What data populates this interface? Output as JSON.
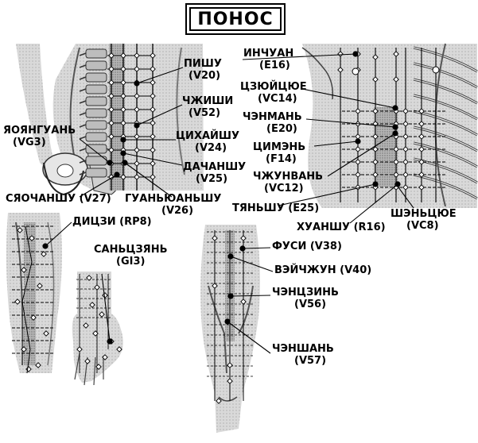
{
  "title": "ПОНОС",
  "points": {
    "pishu": [
      "ПИШУ",
      "(V20)"
    ],
    "chzhishi": [
      "ЧЖИШИ",
      "(V52)"
    ],
    "cihaishu": [
      "ЦИХАЙШУ",
      "(V24)"
    ],
    "dachanshu": [
      "ДАЧАНШУ",
      "(V25)"
    ],
    "yaoyanguan": [
      "ЯОЯНГУАНЬ",
      "(VG3)"
    ],
    "syaochanshu": [
      "СЯОЧАНШУ (V27)"
    ],
    "guanyuanshu": [
      "ГУАНЬЮАНЬШУ",
      "(V26)"
    ],
    "inchuan": [
      "ИНЧУАН",
      "(E16)"
    ],
    "czyuitsyue": [
      "ЦЗЮЙЦЮЕ",
      "(VC14)"
    ],
    "chenman": [
      "ЧЭНМАНЬ",
      "(E20)"
    ],
    "cimen": [
      "ЦИМЭНЬ",
      "(F14)"
    ],
    "chzhunvan": [
      "ЧЖУНВАНЬ",
      "(VC12)"
    ],
    "tyanshu": [
      "ТЯНЬШУ (E25)"
    ],
    "huanshu": [
      "ХУАНШУ (R16)"
    ],
    "shentsyue": [
      "ШЭНЬЦЮЕ",
      "(VC8)"
    ],
    "ditszi": [
      "ДИЦЗИ (RP8)"
    ],
    "santszyan": [
      "САНЬЦЗЯНЬ",
      "(GI3)"
    ],
    "fusi": [
      "ФУСИ (V38)"
    ],
    "veichzhun": [
      "ВЭЙЧЖУН (V40)"
    ],
    "chentszin": [
      "ЧЭНЦЗИНЬ",
      "(V56)"
    ],
    "chenshan": [
      "ЧЭНШАНЬ",
      "(V57)"
    ]
  }
}
